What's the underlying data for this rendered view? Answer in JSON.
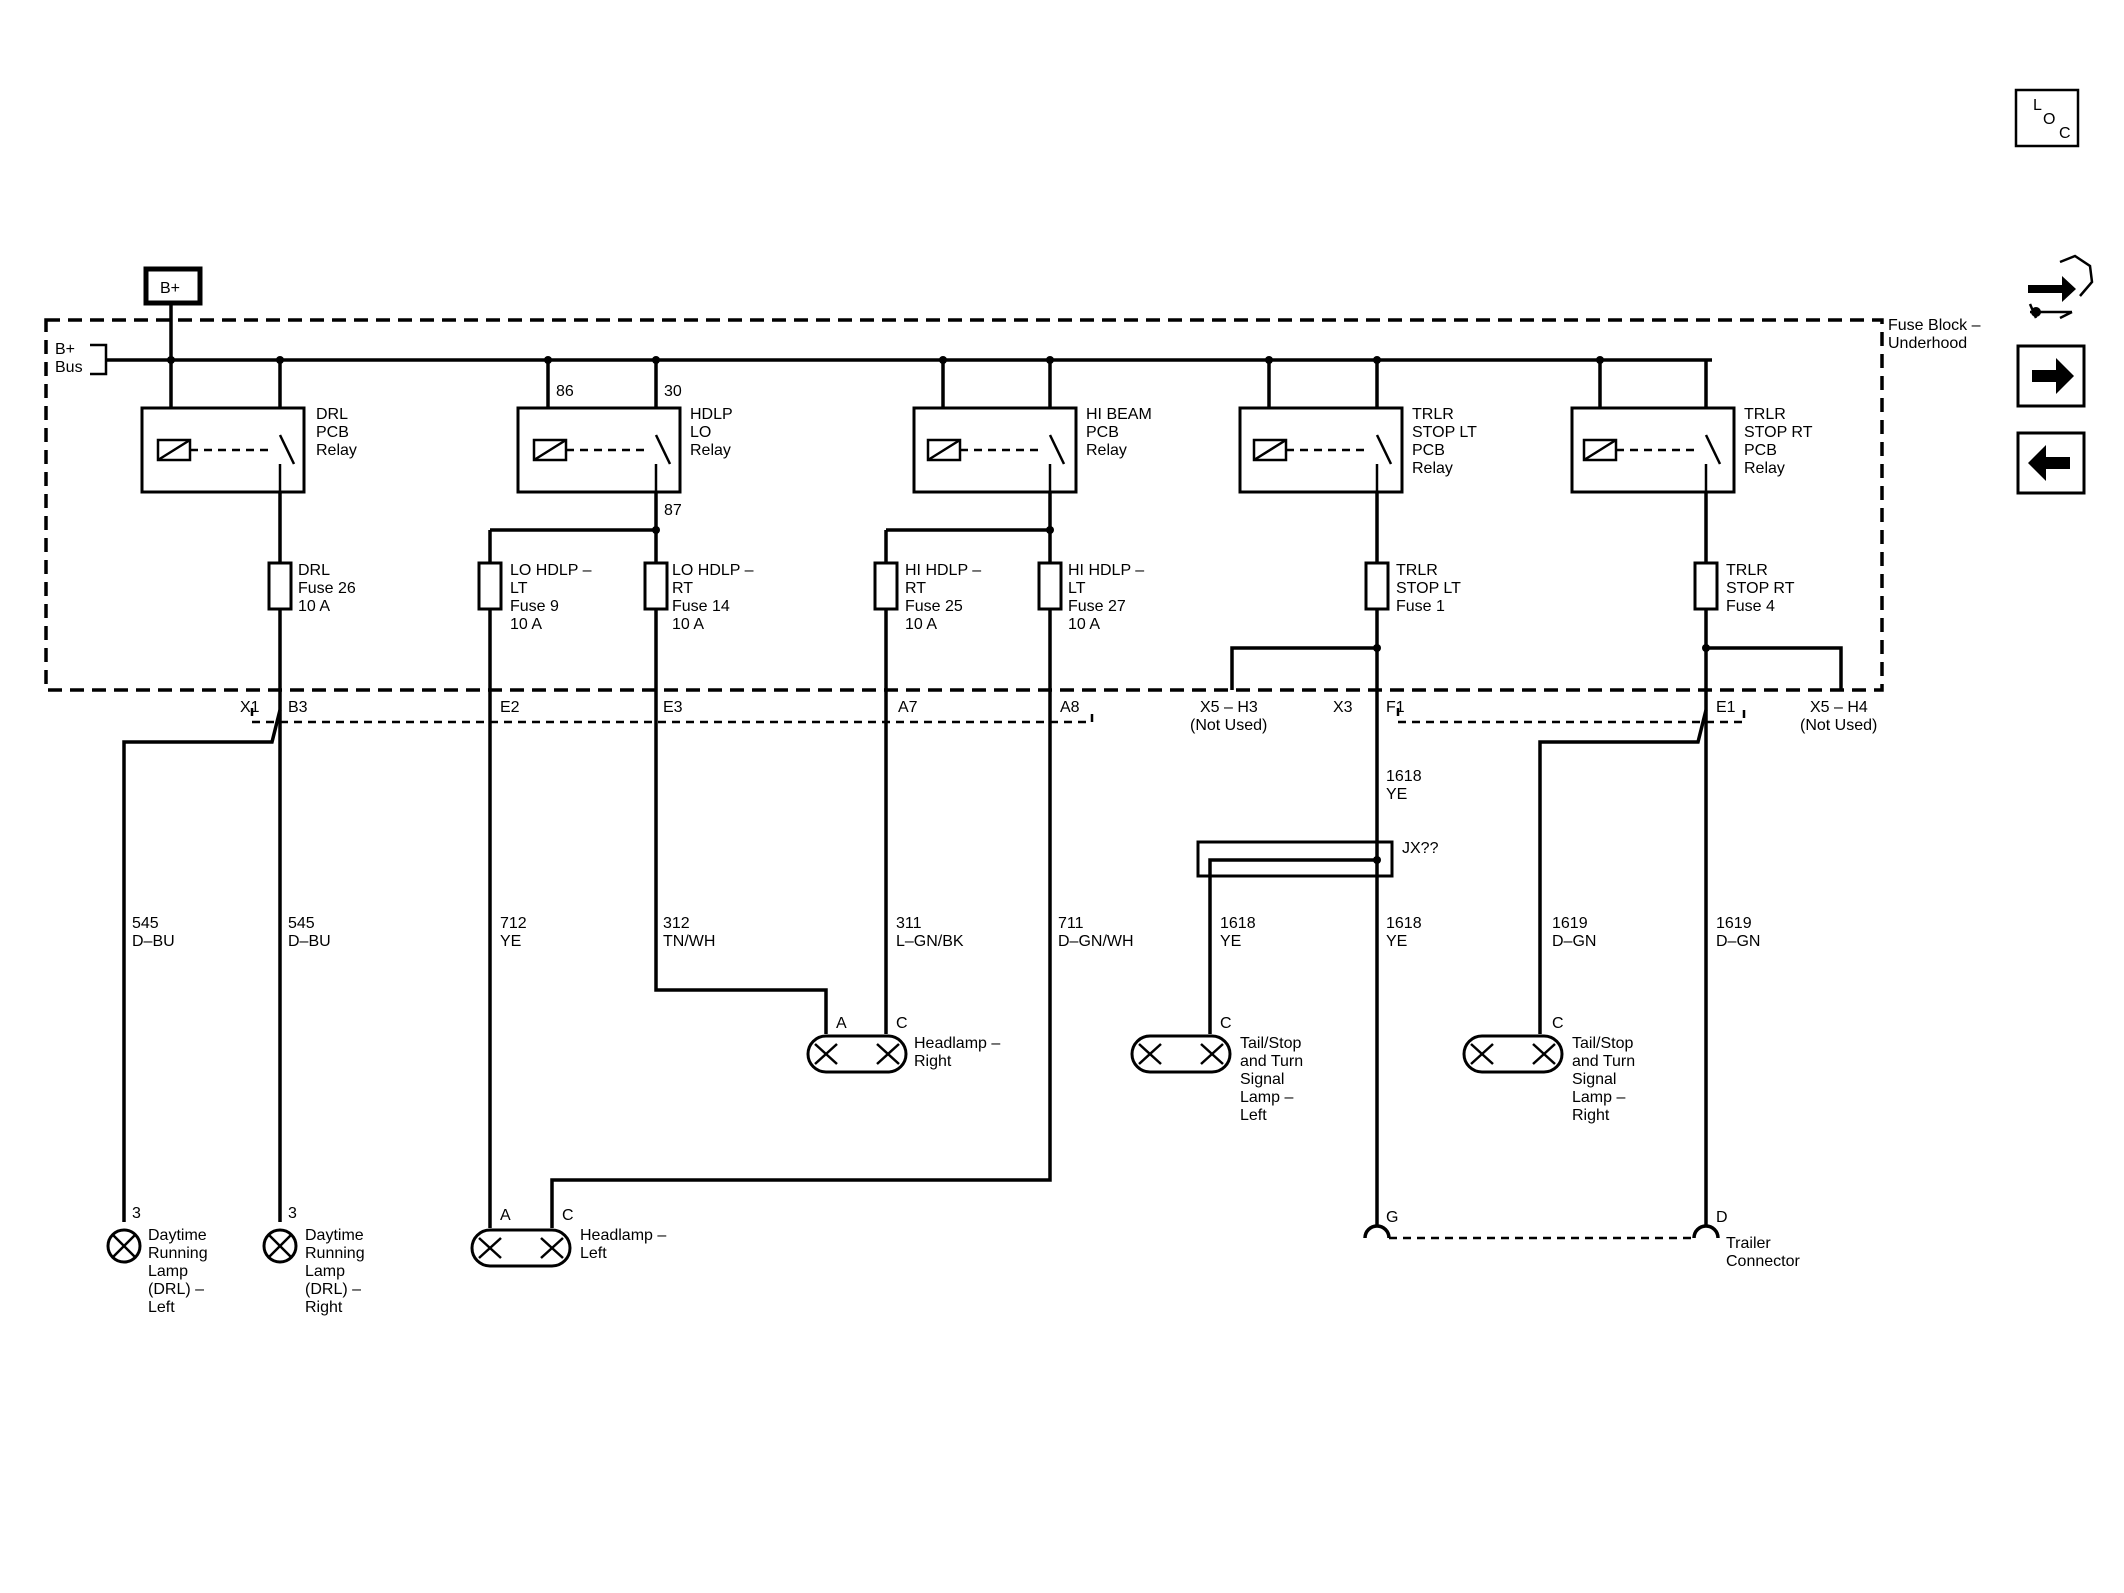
{
  "source": {
    "label": "B+"
  },
  "bus": {
    "line1": "B+",
    "line2": "Bus"
  },
  "fuse_block": {
    "line1": "Fuse Block –",
    "line2": "Underhood"
  },
  "nav": {
    "loc": {
      "l": "L",
      "o": "O",
      "c": "C"
    },
    "icons": [
      "connector-view-icon",
      "next-page-arrow-icon",
      "previous-page-arrow-icon"
    ]
  },
  "relays": [
    {
      "lines": [
        "DRL",
        "PCB",
        "Relay"
      ]
    },
    {
      "lines": [
        "HDLP",
        "LO",
        "Relay"
      ],
      "pins": {
        "coil": "86",
        "in": "30",
        "out": "87"
      }
    },
    {
      "lines": [
        "HI BEAM",
        "PCB",
        "Relay"
      ]
    },
    {
      "lines": [
        "TRLR",
        "STOP LT",
        "PCB",
        "Relay"
      ]
    },
    {
      "lines": [
        "TRLR",
        "STOP RT",
        "PCB",
        "Relay"
      ]
    }
  ],
  "fuses": [
    {
      "lines": [
        "DRL",
        "Fuse 26",
        "10 A"
      ]
    },
    {
      "lines": [
        "LO HDLP –",
        "LT",
        "Fuse 9",
        "10 A"
      ]
    },
    {
      "lines": [
        "LO HDLP –",
        "RT",
        "Fuse 14",
        "10 A"
      ]
    },
    {
      "lines": [
        "HI HDLP –",
        "RT",
        "Fuse 25",
        "10 A"
      ]
    },
    {
      "lines": [
        "HI HDLP –",
        "LT",
        "Fuse 27",
        "10 A"
      ]
    },
    {
      "lines": [
        "TRLR",
        "STOP LT",
        "Fuse 1"
      ]
    },
    {
      "lines": [
        "TRLR",
        "STOP RT",
        "Fuse 4"
      ]
    }
  ],
  "connector_pins": {
    "x1": "X1",
    "b3": "B3",
    "e2": "E2",
    "e3": "E3",
    "a7": "A7",
    "a8": "A8",
    "x5_h3": "X5 – H3",
    "not_used": "(Not Used)",
    "x3": "X3",
    "f1": "F1",
    "e1": "E1",
    "x5_h4": "X5 – H4"
  },
  "wires": [
    {
      "circuit": "545",
      "color": "D–BU"
    },
    {
      "circuit": "545",
      "color": "D–BU"
    },
    {
      "circuit": "712",
      "color": "YE"
    },
    {
      "circuit": "312",
      "color": "TN/WH"
    },
    {
      "circuit": "311",
      "color": "L–GN/BK"
    },
    {
      "circuit": "711",
      "color": "D–GN/WH"
    },
    {
      "circuit": "1618",
      "color": "YE"
    },
    {
      "circuit": "1618",
      "color": "YE"
    },
    {
      "circuit": "1618",
      "color": "YE"
    },
    {
      "circuit": "1619",
      "color": "D–GN"
    },
    {
      "circuit": "1619",
      "color": "D–GN"
    }
  ],
  "splice": {
    "label": "JX??"
  },
  "loads": {
    "drl_left": {
      "pin": "3",
      "lines": [
        "Daytime",
        "Running",
        "Lamp",
        "(DRL) –",
        "Left"
      ]
    },
    "drl_right": {
      "pin": "3",
      "lines": [
        "Daytime",
        "Running",
        "Lamp",
        "(DRL) –",
        "Right"
      ]
    },
    "headlamp_right": {
      "pin_a": "A",
      "pin_c": "C",
      "lines": [
        "Headlamp –",
        "Right"
      ]
    },
    "headlamp_left": {
      "pin_a": "A",
      "pin_c": "C",
      "lines": [
        "Headlamp –",
        "Left"
      ]
    },
    "tail_left": {
      "pin": "C",
      "lines": [
        "Tail/Stop",
        "and Turn",
        "Signal",
        "Lamp –",
        "Left"
      ]
    },
    "tail_right": {
      "pin": "C",
      "lines": [
        "Tail/Stop",
        "and Turn",
        "Signal",
        "Lamp –",
        "Right"
      ]
    },
    "trailer": {
      "pin_g": "G",
      "pin_d": "D",
      "lines": [
        "Trailer",
        "Connector"
      ]
    }
  }
}
